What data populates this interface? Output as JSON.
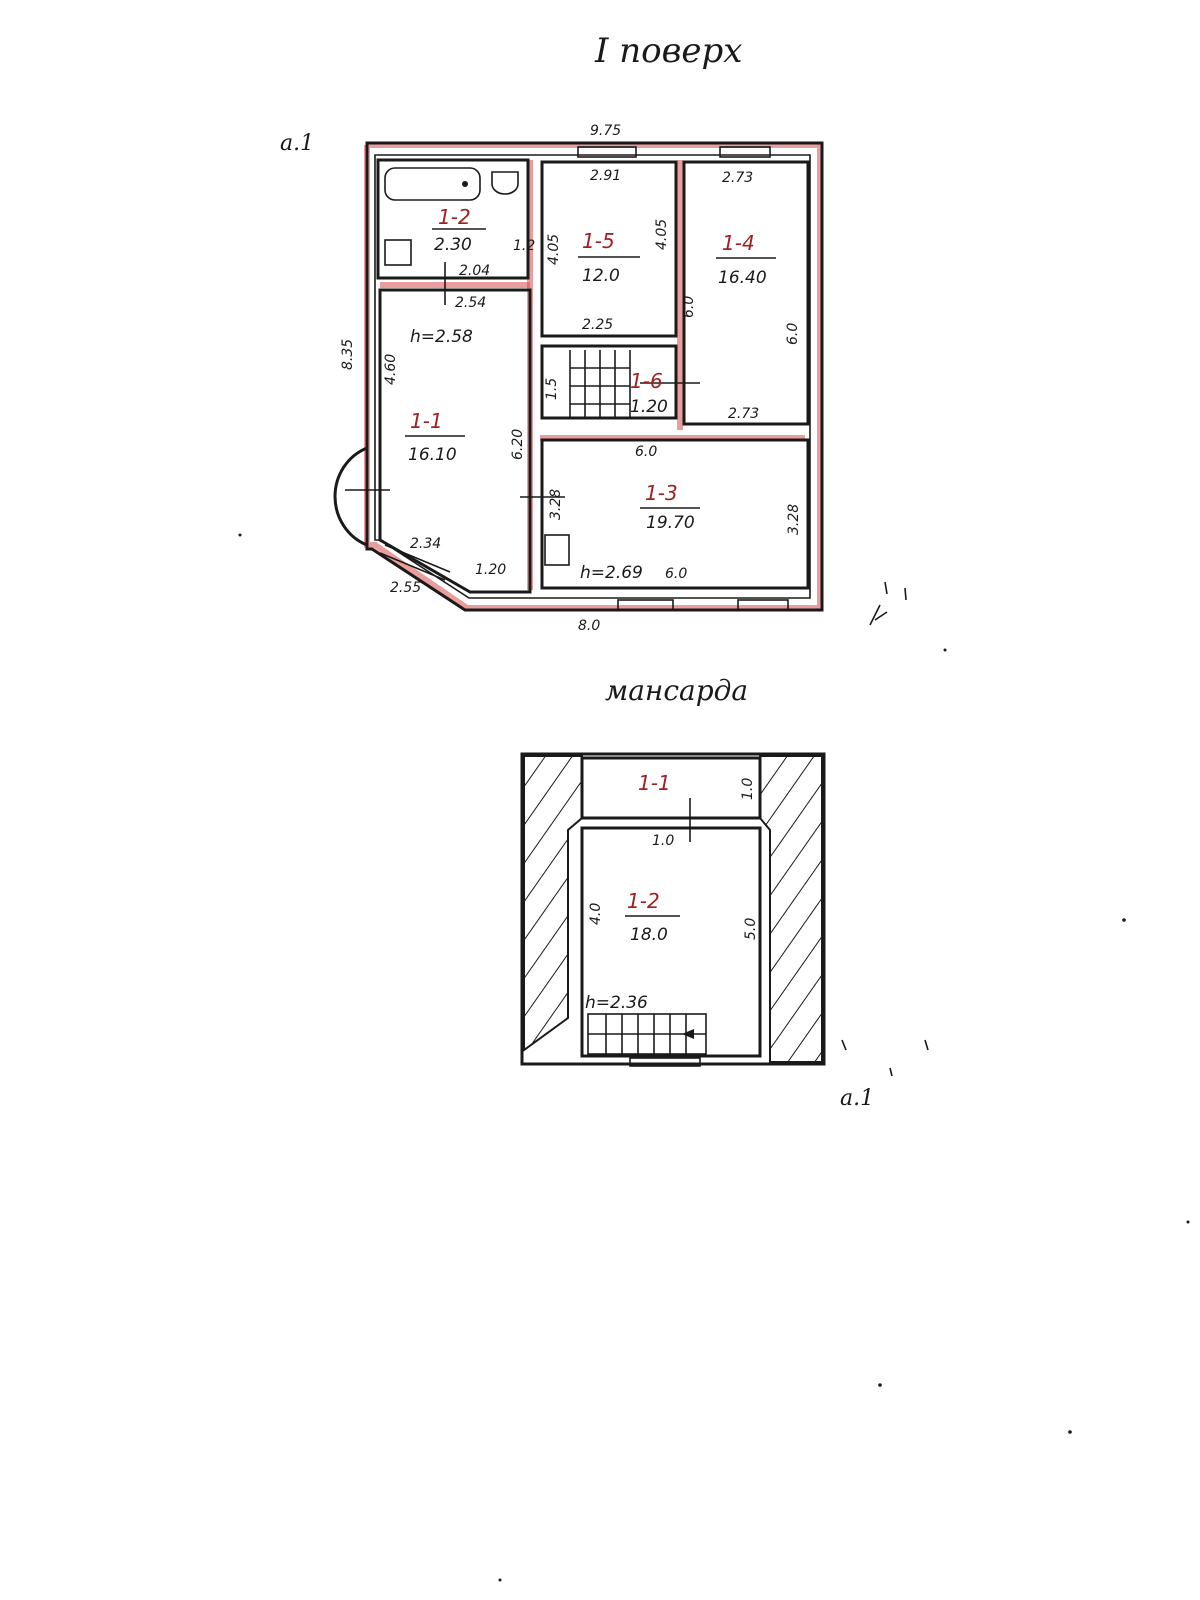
{
  "headings": {
    "floor1": "I поверх",
    "attic": "мансарда"
  },
  "floor1": {
    "overall": {
      "width_top": "9.75",
      "width_bottom": "8.0",
      "height_left": "8.35",
      "corner_mark": "а.1"
    },
    "rooms": {
      "r1": {
        "label": "1-1",
        "area": "16.10",
        "height": "h=2.58",
        "dim_left": "4.60",
        "dim_right": "6.20",
        "dim_top": "2.54",
        "dim_bay": "2.34",
        "dim_bay_out": "2.55",
        "dim_bottom": "1.20"
      },
      "r2": {
        "label": "1-2",
        "area": "2.30",
        "dim_bottom": "2.04",
        "dim_side": "1.2"
      },
      "r3": {
        "label": "1-3",
        "area": "19.70",
        "height": "h=2.69",
        "dim_top": "6.0",
        "dim_bottom": "6.0",
        "dim_right": "3.28",
        "dim_left": "3.28"
      },
      "r4": {
        "label": "1-4",
        "area": "16.40",
        "dim_top": "2.73",
        "dim_bottom": "2.73",
        "dim_right": "6.0",
        "dim_left": "6.0"
      },
      "r5": {
        "label": "1-5",
        "area": "12.0",
        "dim_top": "2.91",
        "dim_bottom": "2.25",
        "dim_left": "4.05",
        "dim_right": "4.05"
      },
      "r6": {
        "label": "1-6",
        "area": "1.20",
        "dim_side": "1.5"
      }
    }
  },
  "attic": {
    "rooms": {
      "r1": {
        "label": "1-1"
      },
      "r2": {
        "label": "1-2",
        "area": "18.0",
        "height": "h=2.36",
        "dim_left": "4.0",
        "dim_right": "5.0",
        "dim_top": "1.0",
        "dim_side": "1.0"
      }
    },
    "corner_mark": "a.1"
  }
}
